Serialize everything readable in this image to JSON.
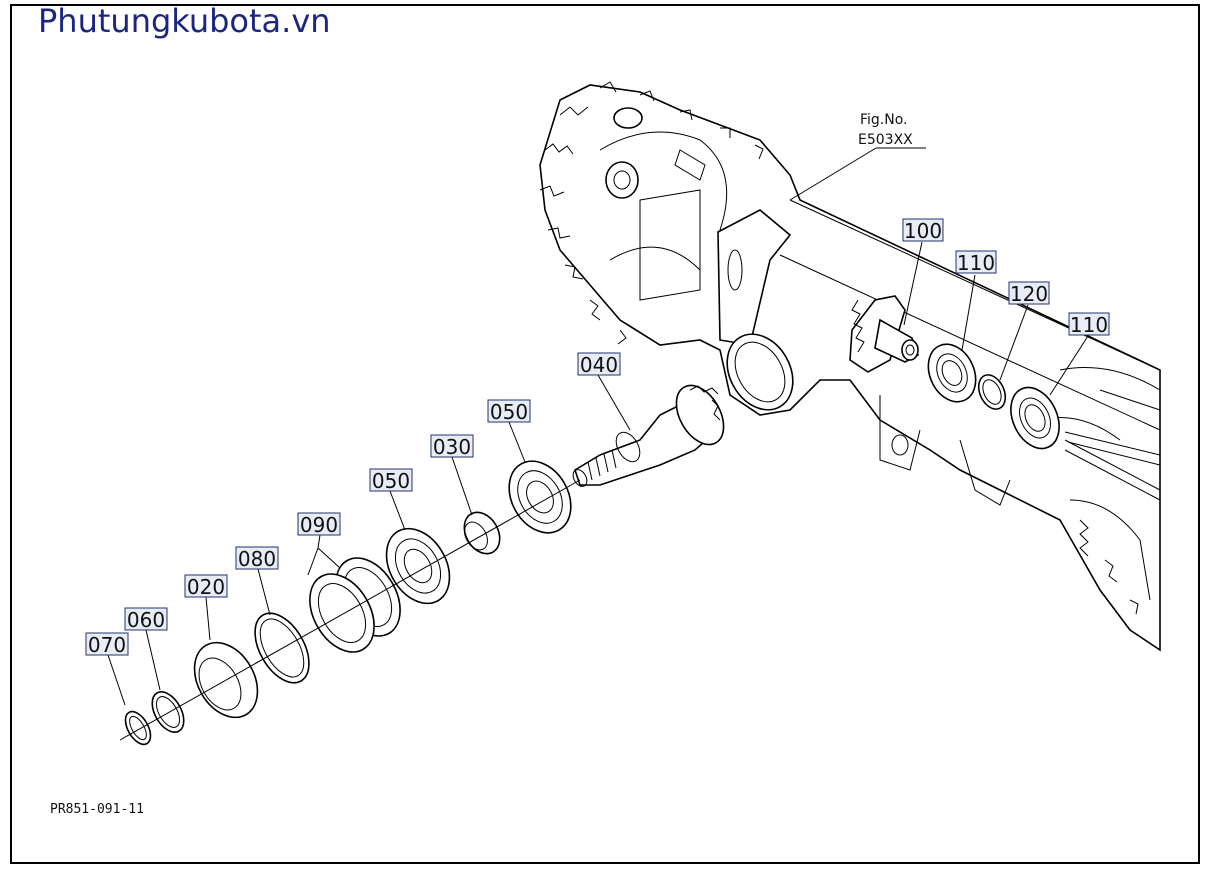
{
  "header": {
    "site_title": "Phutungkubota.vn"
  },
  "figure_ref": {
    "line1": "Fig.No.",
    "line2": "E503XX"
  },
  "drawing_code": "PR851-091-11",
  "callouts": {
    "c100": "100",
    "c110a": "110",
    "c120": "120",
    "c110b": "110",
    "c040": "040",
    "c050a": "050",
    "c030": "030",
    "c050b": "050",
    "c090": "090",
    "c080": "080",
    "c020": "020",
    "c060": "060",
    "c070": "070"
  },
  "colors": {
    "title": "#1c2680",
    "callout_fill": "#e8ecf6",
    "callout_border": "#24306f"
  }
}
